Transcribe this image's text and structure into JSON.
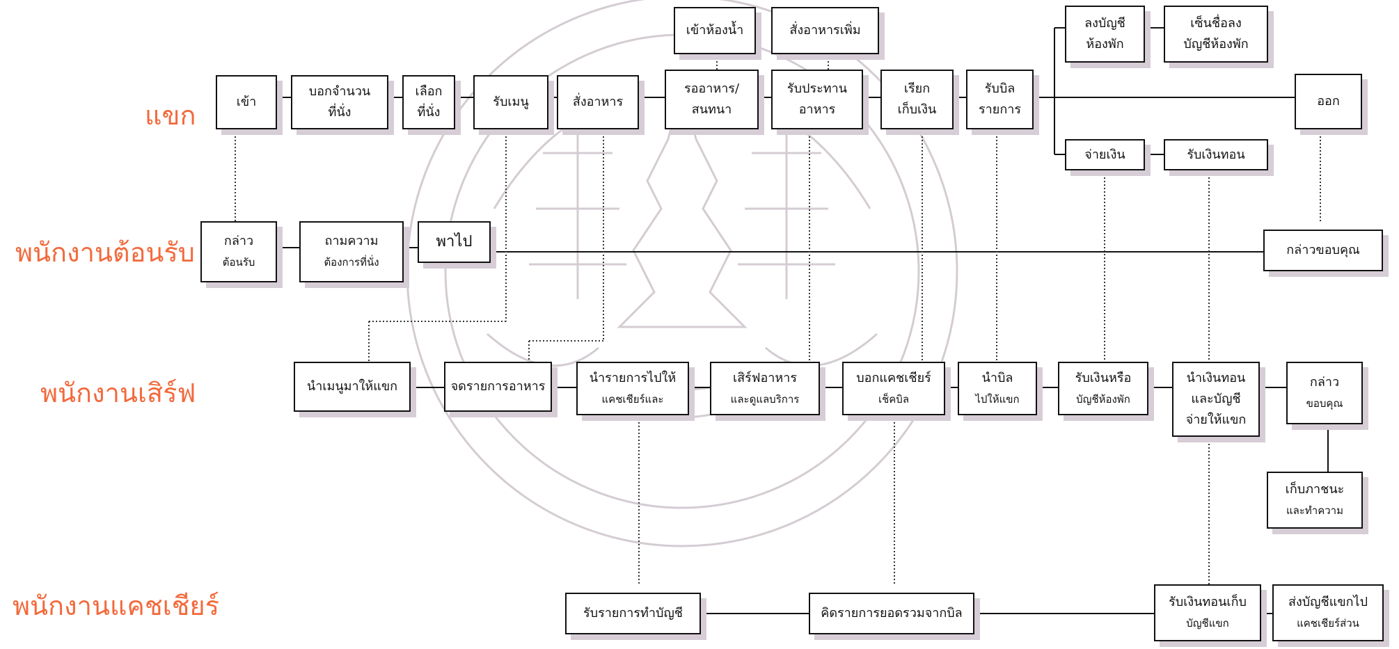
{
  "lanes": {
    "guest": "แขก",
    "reception": "พนักงานต้อนรับ",
    "server": "พนักงานเสิร์ฟ",
    "cashier": "พนักงานแคชเชียร์"
  },
  "boxes": {
    "guest_enter": [
      "เข้า",
      ""
    ],
    "guest_tell_count": [
      "บอกจำนวน",
      "ที่นั่ง"
    ],
    "guest_choose_seat": [
      "เลือก",
      "ที่นั่ง"
    ],
    "guest_get_menu": [
      "รับเมนู",
      ""
    ],
    "guest_order": [
      "สั่งอาหาร",
      ""
    ],
    "guest_wait": [
      "รออาหาร/",
      "สนทนา"
    ],
    "guest_restroom": [
      "เข้าห้องน้ำ",
      ""
    ],
    "guest_order_more": [
      "สั่งอาหารเพิ่ม",
      ""
    ],
    "guest_eat": [
      "รับประทาน",
      "อาหาร"
    ],
    "guest_call_bill": [
      "เรียก",
      "เก็บเงิน"
    ],
    "guest_receive_bill": [
      "รับบิล",
      "รายการ"
    ],
    "guest_charge_room": [
      "ลงบัญชี",
      "ห้องพัก"
    ],
    "guest_sign_room": [
      "เซ็นชื่อลง",
      "บัญชีห้องพัก"
    ],
    "guest_exit": [
      "ออก",
      ""
    ],
    "guest_pay": [
      "จ่ายเงิน",
      ""
    ],
    "guest_receive_change": [
      "รับเงินทอน",
      ""
    ],
    "rec_greet": [
      "กล่าว",
      "ต้อนรับ"
    ],
    "rec_ask_seat": [
      "ถามความ",
      "ต้องการที่นั่ง"
    ],
    "rec_lead": [
      "พาไป",
      ""
    ],
    "rec_thank": [
      "กล่าวขอบคุณ",
      ""
    ],
    "srv_bring_menu": [
      "นำเมนูมาให้แขก",
      ""
    ],
    "srv_take_order": [
      "จดรายการอาหาร",
      ""
    ],
    "srv_order_to_cashier": [
      "นำรายการไปให้",
      "แคชเชียร์และ"
    ],
    "srv_serve": [
      "เสิร์ฟอาหาร",
      "และดูแลบริการ"
    ],
    "srv_tell_cashier": [
      "บอกแคชเชียร์",
      "เช็คบิล"
    ],
    "srv_bring_bill": [
      "นำบิล",
      "ไปให้แขก"
    ],
    "srv_receive_money": [
      "รับเงินหรือ",
      "บัญชีห้องพัก"
    ],
    "srv_bring_change": [
      "นำเงินทอน",
      "และบัญชี",
      "จ่ายให้แขก"
    ],
    "srv_thank": [
      "กล่าว",
      "ขอบคุณ"
    ],
    "srv_clear": [
      "เก็บภาชนะ",
      "และทำความ"
    ],
    "cash_record": [
      "รับรายการทำบัญชี",
      ""
    ],
    "cash_total": [
      "คิดรายการยอดรวมจากบิล",
      ""
    ],
    "cash_change": [
      "รับเงินทอนเก็บ",
      "บัญชีแขก"
    ],
    "cash_send": [
      "ส่งบัญชีแขกไป",
      "แคชเชียร์ส่วน"
    ]
  },
  "colors": {
    "lane_text": "#F26A3C",
    "box_border": "#111111",
    "box_shadow": "#d6cdd6",
    "watermark": "#c9c0c8"
  }
}
